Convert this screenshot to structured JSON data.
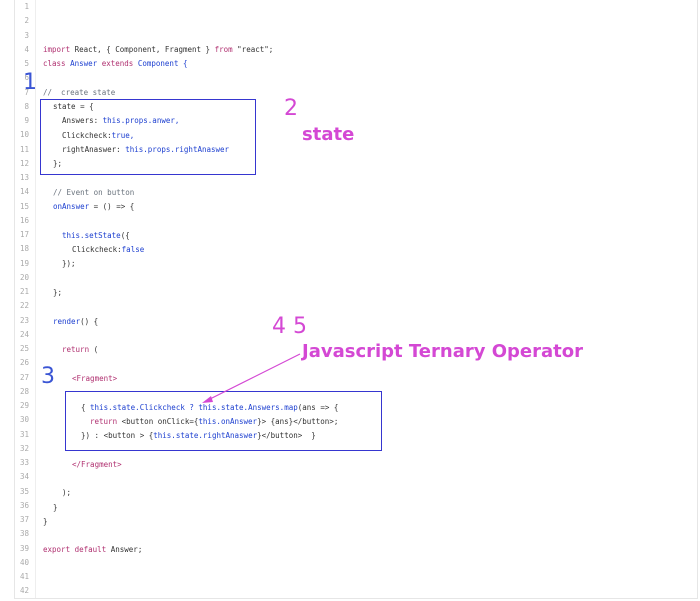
{
  "line_numbers": [
    "1",
    "2",
    "3",
    "4",
    "5",
    "6",
    "7",
    "8",
    "9",
    "10",
    "11",
    "12",
    "13",
    "14",
    "15",
    "16",
    "17",
    "18",
    "19",
    "20",
    "21",
    "22",
    "23",
    "24",
    "25",
    "26",
    "27",
    "28",
    "29",
    "30",
    "31",
    "32",
    "33",
    "34",
    "35",
    "36",
    "37",
    "38",
    "39",
    "40",
    "41",
    "42"
  ],
  "code": {
    "l4_import": "import",
    "l4_rest": " React, { Component, Fragment } ",
    "l4_from": "from",
    "l4_str": " \"react\";",
    "l5_class": "class",
    "l5_name": " Answer ",
    "l5_extends": "extends",
    "l5_parent": " Component {",
    "l7": "//  create state",
    "l8": "state = {",
    "l9_key": "Answers: ",
    "l9_val": "this.props.anwer,",
    "l10_key": "Clickcheck:",
    "l10_val": "true,",
    "l11_key": "rightAnaswer: ",
    "l11_val": "this.props.rightAnaswer",
    "l12": "};",
    "l14": "// Event on button",
    "l15_a": "onAnswer",
    "l15_b": " = () => {",
    "l17_a": "this.setState",
    "l17_b": "({",
    "l18_key": "Clickcheck:",
    "l18_val": "false",
    "l19": "});",
    "l21": "};",
    "l23_a": "render",
    "l23_b": "() {",
    "l25_a": "return",
    "l25_b": " (",
    "l27": "<Fragment>",
    "l29_a": "{ ",
    "l29_b": "this.state.Clickcheck ? this.state.Answers.map",
    "l29_c": "(ans => {",
    "l30_a": "return",
    "l30_b": " <button onClick={",
    "l30_c": "this.onAnswer",
    "l30_d": "}> {ans}</button>;",
    "l31_a": "}) : <button > {",
    "l31_b": "this.state.rightAnaswer",
    "l31_c": "}</button>  }",
    "l33": "</Fragment>",
    "l35": ");",
    "l36": "}",
    "l37": "}",
    "l39_a": "export default",
    "l39_b": " Answer;"
  },
  "annotations": {
    "n1": "1",
    "n2": "2",
    "n3": "3",
    "n45": "4 5",
    "state_label": "state",
    "ternary_label": "Javascript Ternary Operator"
  },
  "colors": {
    "box_blue": "#3636d0",
    "annotation_pink": "#d448d4",
    "annotation_blue": "#3a55d4"
  }
}
